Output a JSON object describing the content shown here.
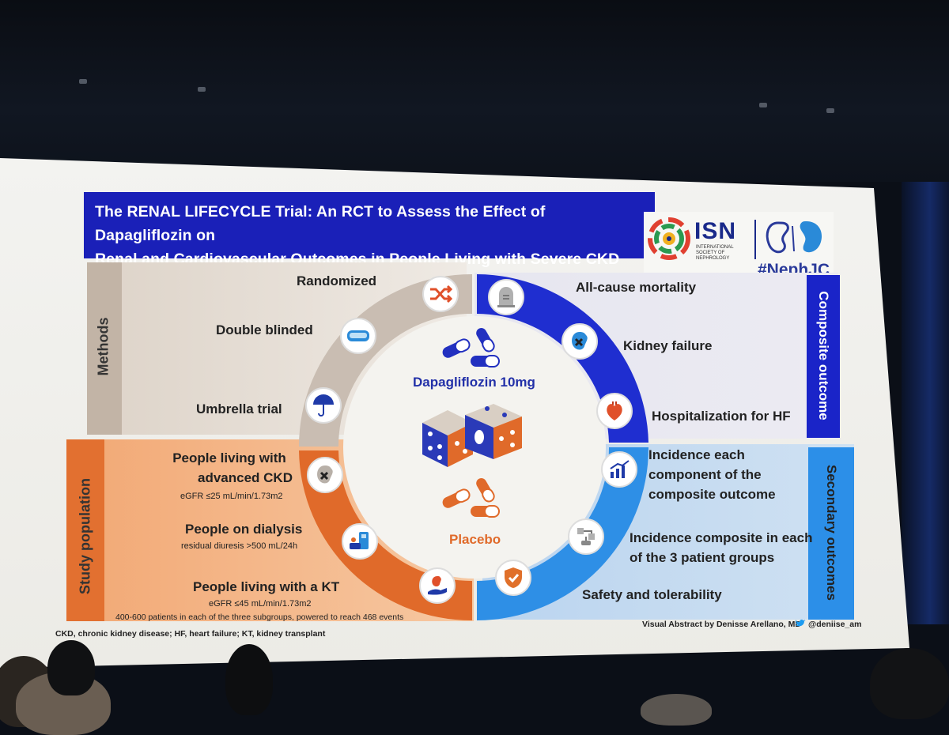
{
  "title": {
    "line1": "The RENAL LIFECYCLE Trial: An RCT to Assess the Effect of Dapagliflozin on",
    "line2": "Renal and Cardiovascular Outcomes in People Living  with Severe CKD"
  },
  "logo": {
    "isn": "ISN",
    "isn_sub": "INTERNATIONAL SOCIETY OF NEPHROLOGY",
    "hashtag": "#NephJC"
  },
  "methods": {
    "side_label": "Methods",
    "items": [
      "Randomized",
      "Double blinded",
      "Umbrella trial"
    ]
  },
  "composite": {
    "side_label": "Composite outcome",
    "items": [
      "All-cause mortality",
      "Kidney failure",
      "Hospitalization for HF"
    ]
  },
  "study": {
    "side_label": "Study population",
    "items": [
      {
        "label_line1": "People living with",
        "label_line2": "advanced CKD",
        "detail": "eGFR ≤25 mL/min/1.73m2"
      },
      {
        "label_line1": "People on dialysis",
        "label_line2": "",
        "detail": "residual diuresis >500 mL/24h"
      },
      {
        "label_line1": "People living with a KT",
        "label_line2": "",
        "detail": "eGFR ≤45 mL/min/1.73m2"
      }
    ],
    "note": "400-600 patients in each of the three subgroups, powered to reach 468 events"
  },
  "secondary": {
    "side_label": "Secondary outcomes",
    "items": [
      {
        "line1": "Incidence each",
        "line2": "component of the",
        "line3": "composite outcome"
      },
      {
        "line1": "Incidence composite in each",
        "line2": "of the 3 patient groups",
        "line3": ""
      },
      {
        "line1": "Safety and tolerability",
        "line2": "",
        "line3": ""
      }
    ]
  },
  "center": {
    "drug": "Dapagliflozin 10mg",
    "placebo": "Placebo"
  },
  "footer": {
    "abbrev": "CKD, chronic kidney disease; HF, heart failure; KT, kidney transplant",
    "credit": "Visual Abstract by Denisse Arellano, MD",
    "twitter": "@deniise_am"
  },
  "colors": {
    "title_bg": "#1a20b8",
    "composite": "#1a24c8",
    "study": "#e27030",
    "secondary": "#2c8fe8",
    "methods": "#c2b4a6"
  },
  "icons": {
    "methods": [
      "shuffle-icon",
      "goggles-icon",
      "umbrella-icon"
    ],
    "composite": [
      "tombstone-icon",
      "kidney-failure-icon",
      "heart-icon"
    ],
    "study": [
      "ckd-kidney-icon",
      "dialysis-icon",
      "kidney-hand-icon"
    ],
    "secondary": [
      "chart-icon",
      "flow-icon",
      "shield-check-icon"
    ],
    "center": [
      "pills-icon",
      "dice-icon",
      "pills-icon"
    ]
  }
}
